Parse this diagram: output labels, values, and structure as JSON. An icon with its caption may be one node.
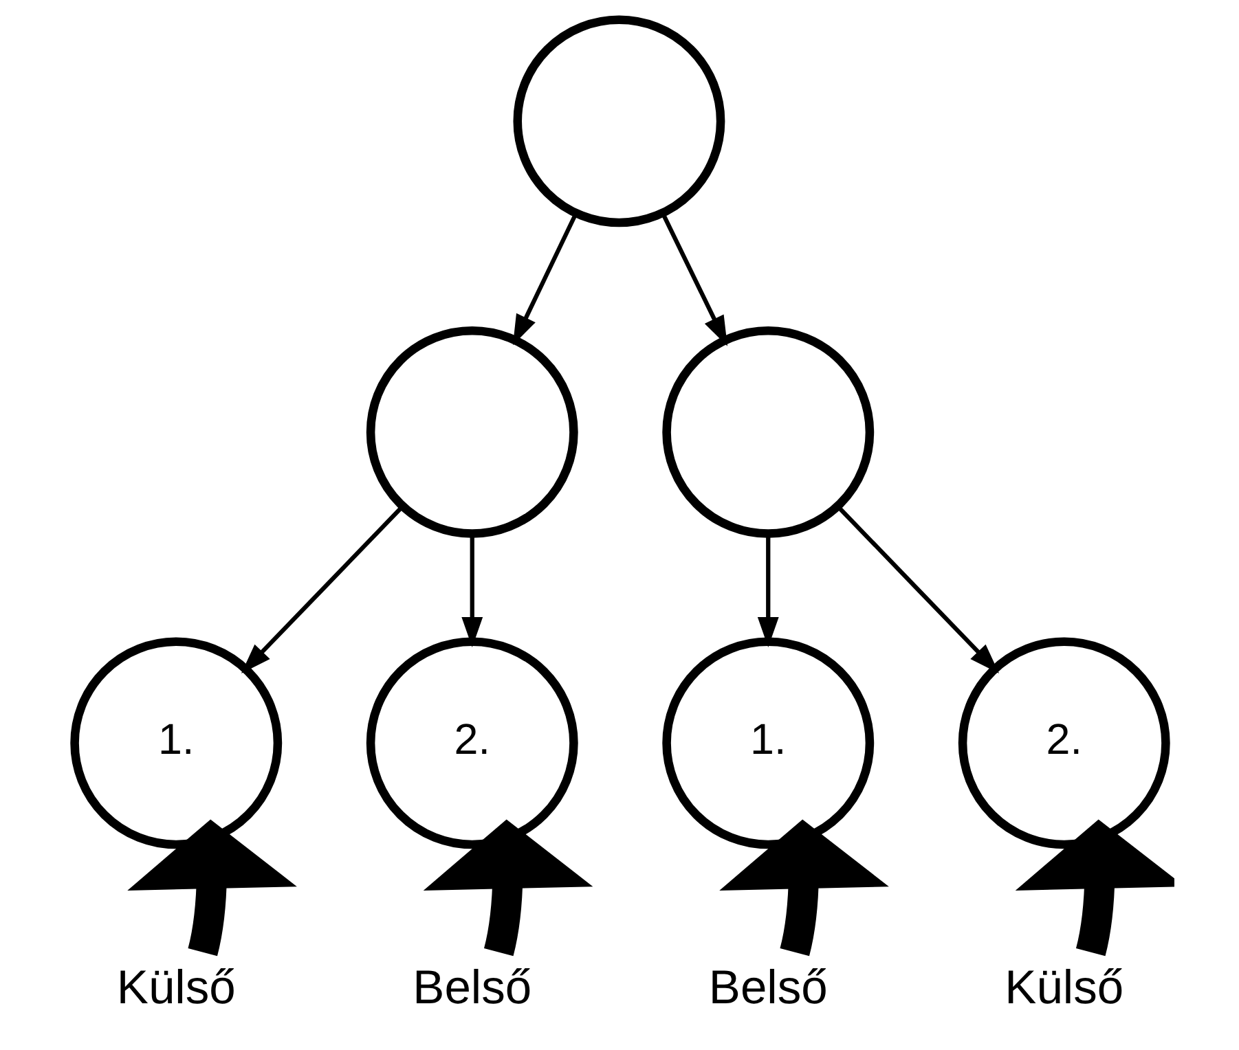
{
  "diagram": {
    "nodes": [
      {
        "text": [],
        "shape": "circle"
      },
      {
        "text": [],
        "shape": "circle"
      },
      {
        "text": [],
        "shape": "circle"
      },
      {
        "text": [
          "1."
        ]
      },
      {
        "text": [
          "2."
        ]
      },
      {
        "text": [
          "1."
        ]
      },
      {
        "text": [
          "2."
        ]
      },
      {
        "text": [
          "Külső"
        ]
      },
      {
        "text": [
          "Belső"
        ]
      },
      {
        "text": [
          "Belső"
        ]
      },
      {
        "text": [
          "Külső"
        ]
      }
    ],
    "edges": [
      {
        "from": 0,
        "to": 1,
        "arrow": "to"
      },
      {
        "from": 0,
        "to": 2,
        "arrow": "to"
      },
      {
        "from": 1,
        "to": 3,
        "arrow": "to"
      },
      {
        "from": 1,
        "to": 4,
        "arrow": "to"
      },
      {
        "from": 2,
        "to": 5,
        "arrow": "to"
      },
      {
        "from": 2,
        "to": 6,
        "arrow": "to"
      },
      {
        "from": 7,
        "to": 3,
        "arrow": "to",
        "style": "thick"
      },
      {
        "from": 8,
        "to": 4,
        "arrow": "to",
        "style": "thick"
      },
      {
        "from": 9,
        "to": 5,
        "arrow": "to",
        "style": "thick"
      },
      {
        "from": 10,
        "to": 6,
        "arrow": "to",
        "style": "thick"
      }
    ]
  }
}
